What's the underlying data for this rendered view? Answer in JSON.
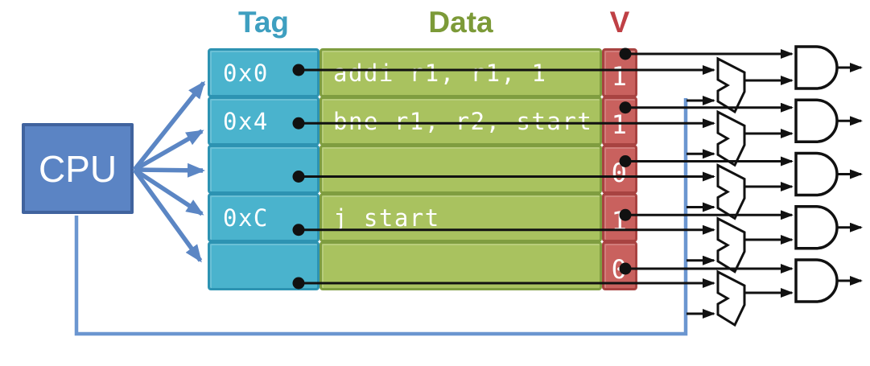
{
  "headers": {
    "tag": "Tag",
    "data": "Data",
    "valid": "V"
  },
  "cpu": {
    "label": "CPU"
  },
  "cache_rows": [
    {
      "tag": "0x0",
      "data": "addi r1, r1, 1",
      "valid": "1"
    },
    {
      "tag": "0x4",
      "data": "bne r1, r2, start",
      "valid": "1"
    },
    {
      "tag": "",
      "data": "",
      "valid": "0"
    },
    {
      "tag": "0xC",
      "data": "j start",
      "valid": "1"
    },
    {
      "tag": "",
      "data": "",
      "valid": "0"
    }
  ],
  "icons": {
    "comparator": "equality-comparator-icon",
    "and_gate": "and-gate-icon",
    "dot": "connection-dot",
    "cpu_arrow": "cpu-to-tag-arrow",
    "feedback": "cpu-address-feedback-line"
  },
  "colors": {
    "tag_fill": "#4ab3cd",
    "tag_border": "#2d93b2",
    "tag_header_text": "#3e9fc0",
    "data_fill": "#a9c25f",
    "data_border": "#7f9d40",
    "data_header_text": "#7c9a38",
    "valid_fill": "#c9615e",
    "valid_border": "#a84341",
    "valid_header_text": "#bf4045",
    "cpu_fill": "#5b84c4",
    "cpu_border": "#40639e",
    "cpu_arrow": "#5b86c4",
    "feedback_line": "#6b96d0",
    "circuit": "#111111",
    "cell_text": "#ffffff",
    "gate_fill": "#ffffff"
  }
}
